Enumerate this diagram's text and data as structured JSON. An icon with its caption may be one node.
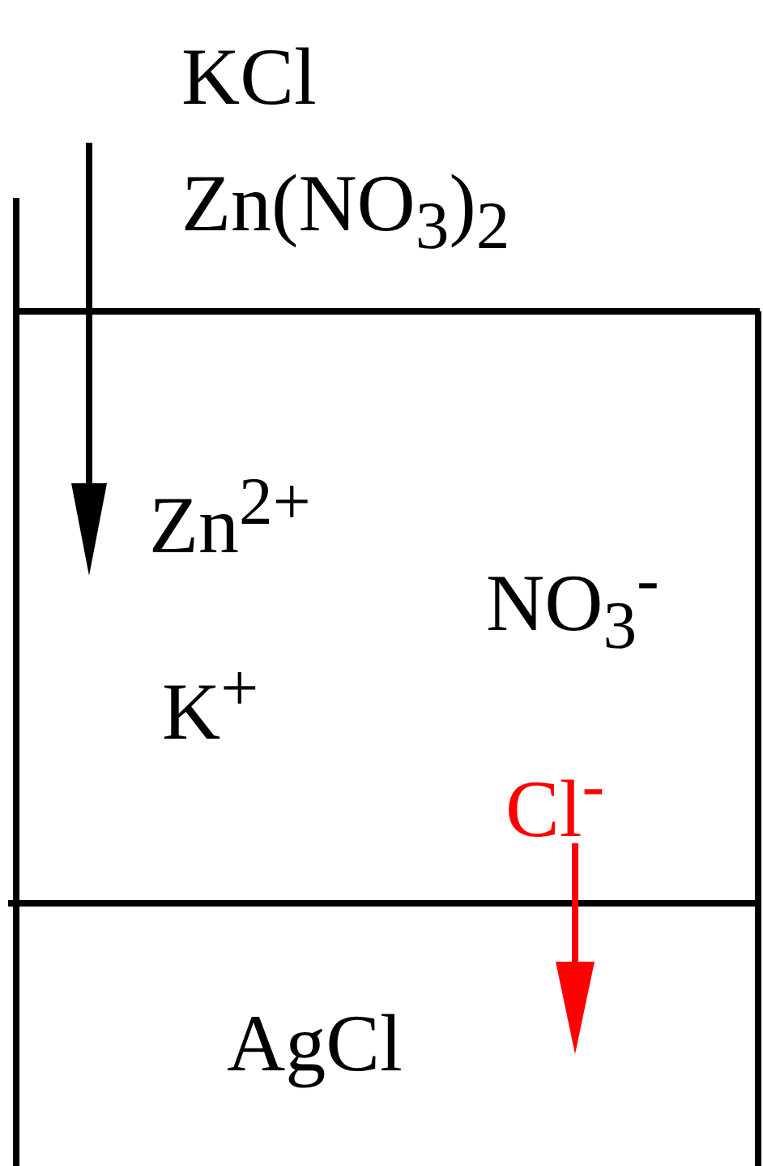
{
  "diagram": {
    "labels": [
      "KCl",
      "Zn(NO$_{3}$)$_{2}$",
      "Zn$^{2+}$",
      "NO$_{3}$$^{-}$",
      "K$^{+}$",
      "Cl$^{-}$",
      "AgCl"
    ]
  }
}
